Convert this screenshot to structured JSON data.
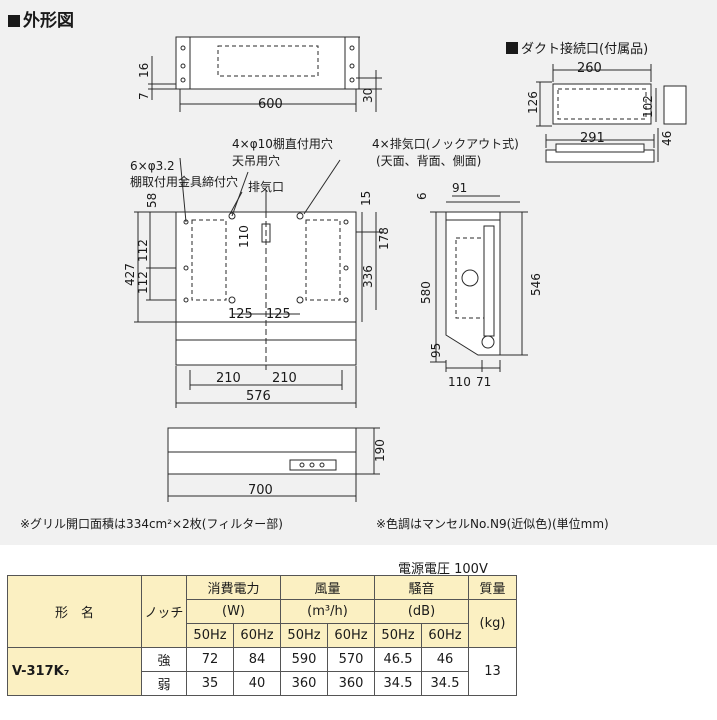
{
  "title": "外形図",
  "duct_title": "ダクト接続口(付属品)",
  "dimensions": {
    "top_left_7": "7",
    "top_left_16": "16",
    "top_width": "600",
    "top_depth": "30",
    "duct_width": "260",
    "duct_height_left": "126",
    "duct_height_right": "102",
    "duct_flange_width": "291",
    "duct_flange_height": "46",
    "front_58": "58",
    "front_112a": "112",
    "front_112b": "112",
    "front_427": "427",
    "front_110": "110",
    "front_15": "15",
    "front_178": "178",
    "front_336": "336",
    "front_125a": "125",
    "front_125b": "125",
    "front_210a": "210",
    "front_210b": "210",
    "front_576": "576",
    "side_6": "6",
    "side_91": "91",
    "side_580": "580",
    "side_546": "546",
    "side_95": "95",
    "side_110": "110",
    "side_71": "71",
    "bottom_190": "190",
    "bottom_700": "700"
  },
  "labels": {
    "hole_small": "6×φ3.2",
    "hole_small_desc": "棚取付用金具締付穴",
    "hole_large": "4×φ10棚直付用穴",
    "hole_large_desc": "天吊用穴",
    "exhaust": "排気口",
    "exhaust_knock": "4×排気口(ノックアウト式)",
    "exhaust_knock_desc": "(天面、背面、側面)"
  },
  "notes": {
    "left": "※グリル開口面積は334cm²×2枚(フィルター部)",
    "right": "※色調はマンセルNo.N9(近似色)(単位mm)"
  },
  "power": "電源電圧 100V",
  "table": {
    "model_header": "形　名",
    "notch_header": "ノッチ",
    "power_header": "消費電力",
    "power_unit": "(W)",
    "air_header": "風量",
    "air_unit": "(m³/h)",
    "noise_header": "騒音",
    "noise_unit": "(dB)",
    "mass_header": "質量",
    "mass_unit": "(kg)",
    "hz50": "50Hz",
    "hz60": "60Hz",
    "model": "V-317K₇",
    "mass": "13",
    "rows": [
      {
        "notch": "強",
        "p50": "72",
        "p60": "84",
        "a50": "590",
        "a60": "570",
        "n50": "46.5",
        "n60": "46"
      },
      {
        "notch": "弱",
        "p50": "35",
        "p60": "40",
        "a50": "360",
        "a60": "360",
        "n50": "34.5",
        "n60": "34.5"
      }
    ]
  }
}
